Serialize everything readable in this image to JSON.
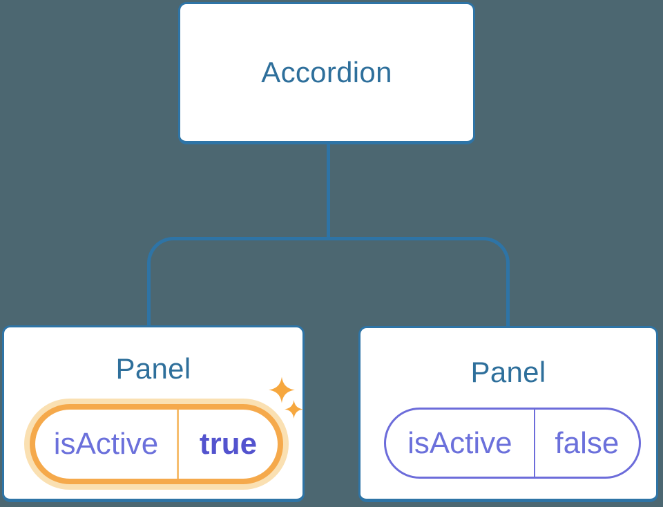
{
  "diagram": {
    "root": {
      "label": "Accordion"
    },
    "panels": [
      {
        "title": "Panel",
        "prop_name": "isActive",
        "prop_value": "true",
        "state": "active"
      },
      {
        "title": "Panel",
        "prop_name": "isActive",
        "prop_value": "false",
        "state": "inactive"
      }
    ]
  },
  "icons": {
    "sparkle_large": "sparkle-icon",
    "sparkle_small": "sparkle-icon"
  },
  "colors": {
    "background": "#4C6771",
    "connector_blue": "#2E74A6",
    "node_border_blue": "#2E74A6",
    "node_fill": "#FFFFFF",
    "title_text_blue": "#2E6F9B",
    "prop_text_purple": "#6B70DB",
    "prop_value_active_purple": "#5353CE",
    "active_pill_border_orange": "#F5A94B",
    "active_pill_glow": "#FAE0B2",
    "active_pill_divider": "#F6BE70",
    "inactive_pill_border_purple": "#6C6CDA",
    "sparkle_orange": "#F6A73E"
  }
}
